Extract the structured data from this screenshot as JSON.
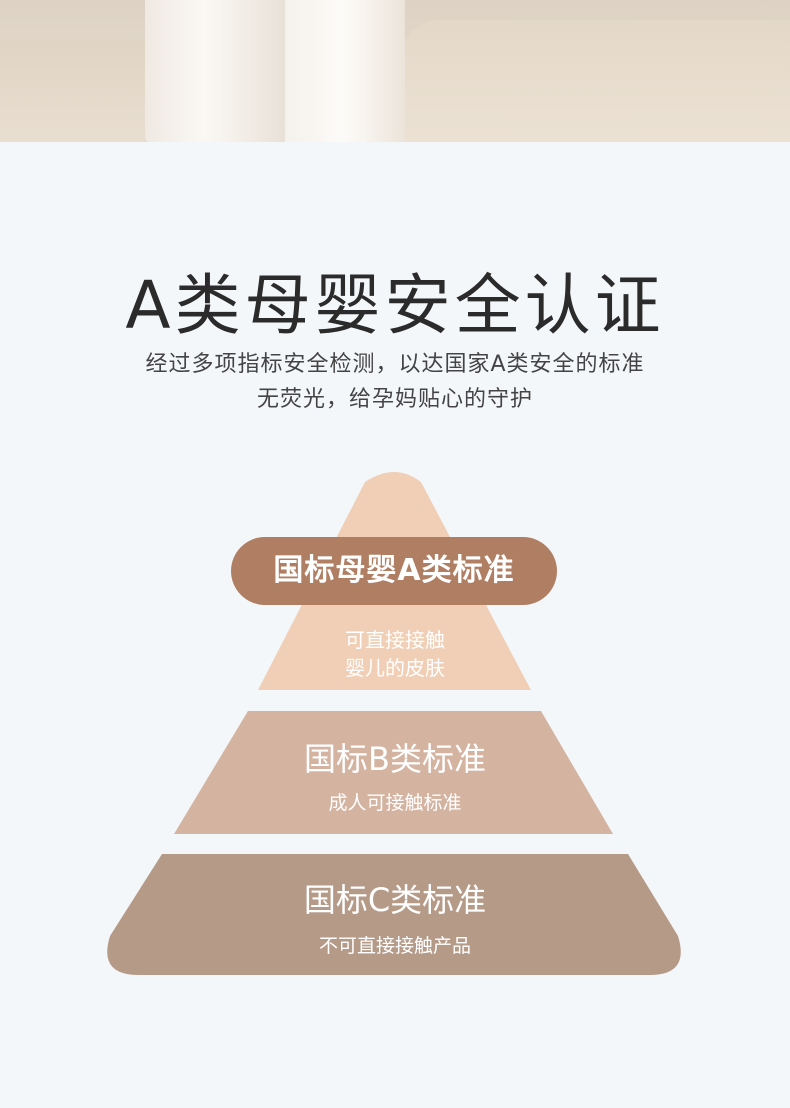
{
  "title": "A类母婴安全认证",
  "subtitle_line1": "经过多项指标安全检测，以达国家A类安全的标准",
  "subtitle_line2": "无荧光，给孕妈贴心的守护",
  "tiers": {
    "a": {
      "title": "国标母婴A类标准",
      "desc_line1": "可直接接触",
      "desc_line2": "婴儿的皮肤",
      "color": "#f0cfb6",
      "pill_color": "#b07f63"
    },
    "b": {
      "title": "国标B类标准",
      "desc": "成人可接触标准",
      "color": "#d4b3a1"
    },
    "c": {
      "title": "国标C类标准",
      "desc": "不可直接接触产品",
      "color": "#b59a88"
    }
  }
}
